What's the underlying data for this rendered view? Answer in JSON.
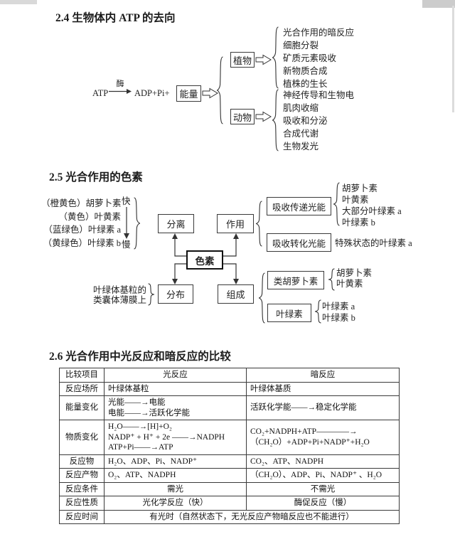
{
  "colors": {
    "background": "#ffffff",
    "text": "#222222",
    "line": "#3a3a3a"
  },
  "sec24": {
    "title": "2.4 生物体内 ATP 的去向",
    "atp": "ATP",
    "enzyme": "酶",
    "products": "ADP+Pi+",
    "energy": "能量",
    "plant": {
      "label": "植物",
      "items": [
        "光合作用的暗反应",
        "细胞分裂",
        "矿质元素吸收",
        "新物质合成",
        "植株的生长"
      ]
    },
    "animal": {
      "label": "动物",
      "items": [
        "神经传导和生物电",
        "肌肉收缩",
        "吸收和分泌",
        "合成代谢",
        "生物发光"
      ]
    }
  },
  "sec25": {
    "title": "2.5 光合作用的色素",
    "pigment_box": "色素",
    "fast": "快",
    "slow": "慢",
    "pigment_list": [
      "（橙黄色）胡萝卜素",
      "（黄色）叶黄素",
      "（蓝绿色）叶绿素 a",
      "（黄绿色）叶绿素 b"
    ],
    "separate_box": "分离",
    "function_box": "作用",
    "transfer_box": "吸收传递光能",
    "transfer_items": [
      "胡萝卜素",
      "叶黄素",
      "大部分叶绿素 a",
      "叶绿素 b"
    ],
    "convert_box": "吸收转化光能",
    "convert_item": "特殊状态的叶绿素 a",
    "distribute_box": "分布",
    "location": "叶绿体基粒的\n类囊体薄膜上",
    "compose_box": "组成",
    "carotenoid_box": "类胡萝卜素",
    "carotenoid_items": [
      "胡萝卜素",
      "叶黄素"
    ],
    "chlorophyll_box": "叶绿素",
    "chlorophyll_items": [
      "叶绿素 a",
      "叶绿素 b"
    ]
  },
  "sec26": {
    "title": "2.6 光合作用中光反应和暗反应的比较",
    "table": {
      "headers": [
        "比较项目",
        "光反应",
        "暗反应"
      ],
      "rows": [
        {
          "label": "反应场所",
          "light": "叶绿体基粒",
          "dark": "叶绿体基质"
        },
        {
          "label": "能量变化",
          "light": "光能——→电能\n电能——→活跃化学能",
          "dark": "活跃化学能——→稳定化学能"
        },
        {
          "label": "物质变化",
          "light": "H₂O——→[H]+O₂\nNADP⁺ + H⁺ + 2e ——→NADPH\nATP+Pi——→ATP",
          "dark": "CO₂+NADPH+ATP————→\n（CH₂O）+ADP+Pi+NADP⁺+H₂O"
        },
        {
          "label": "反应物",
          "light": "H₂O、ADP、Pi、NADP⁺",
          "dark": "CO₂、ATP、NADPH"
        },
        {
          "label": "反应产物",
          "light": "O₂、ATP、NADPH",
          "dark": "（CH₂O）、ADP、Pi、NADP⁺ 、H₂O"
        },
        {
          "label": "反应条件",
          "light": "需光",
          "dark": "不需光"
        },
        {
          "label": "反应性质",
          "light": "光化学反应（快）",
          "dark": "酶促反应（慢）"
        },
        {
          "label": "反应时间",
          "span": "有光时（自然状态下，无光反应产物暗反应也不能进行）"
        }
      ]
    }
  }
}
